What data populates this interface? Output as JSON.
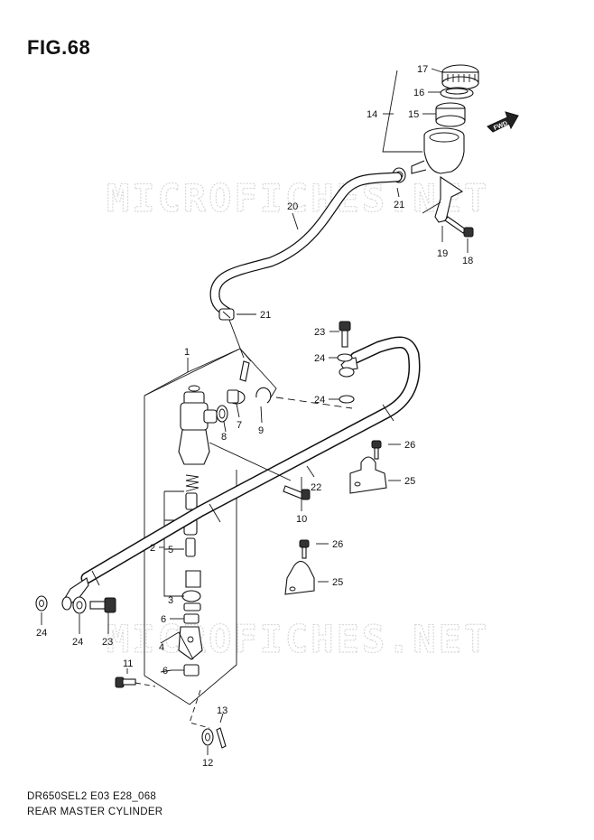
{
  "figure_title": "FIG.68",
  "diagram_code": "DR650SEL2 E03 E28_068",
  "diagram_name": "REAR MASTER CYLINDER",
  "watermark": [
    "MICROFICHES.NET",
    "MICROFICHES.NET"
  ],
  "fwd_label": "FWD",
  "callouts": [
    "17",
    "16",
    "15",
    "14",
    "21",
    "20",
    "19",
    "18",
    "21",
    "23",
    "24",
    "24",
    "1",
    "7",
    "8",
    "9",
    "26",
    "25",
    "22",
    "10",
    "26",
    "25",
    "2",
    "5",
    "3",
    "6",
    "4",
    "6",
    "24",
    "24",
    "23",
    "11",
    "13",
    "12"
  ]
}
